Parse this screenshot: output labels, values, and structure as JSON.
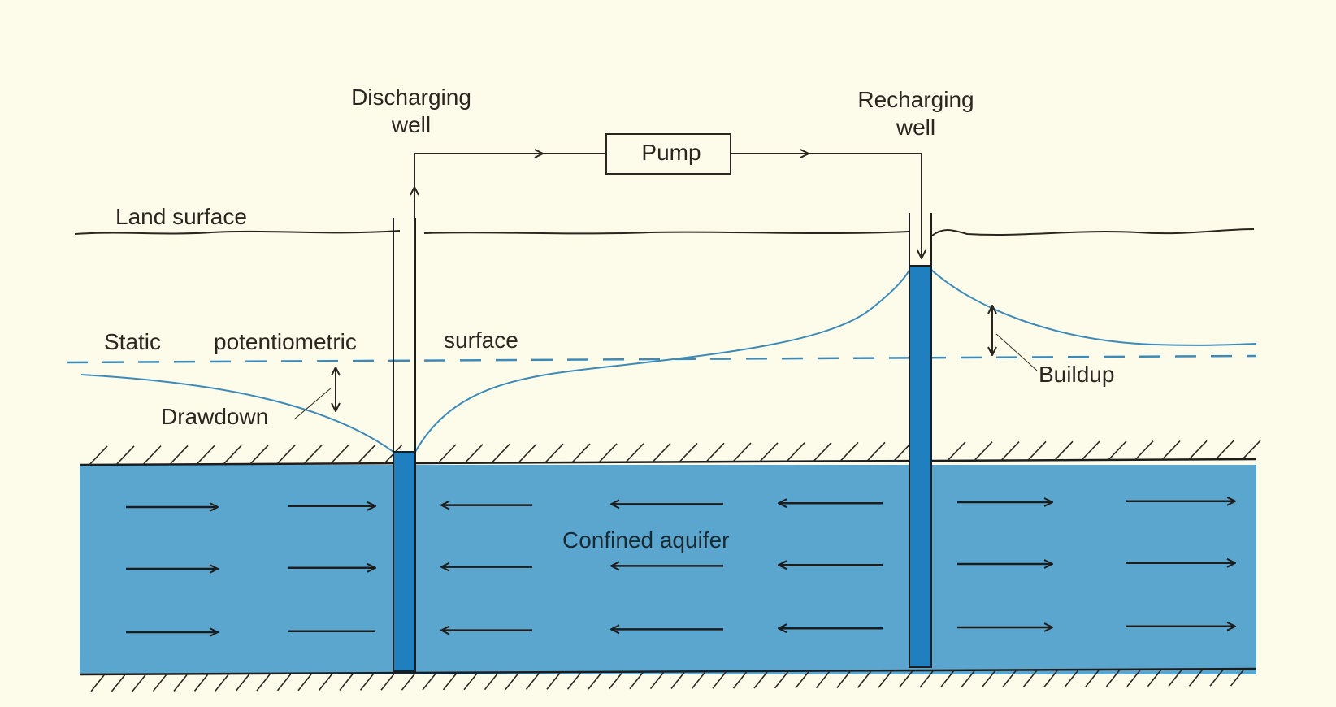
{
  "diagram": {
    "labels": {
      "discharging_well": [
        "Discharging",
        "well"
      ],
      "recharging_well": [
        "Recharging",
        "well"
      ],
      "pump": "Pump",
      "land_surface": "Land surface",
      "static_1": "Static",
      "static_2": "potentiometric",
      "static_3": "surface",
      "drawdown": "Drawdown",
      "buildup": "Buildup",
      "confined_aquifer": "Confined aquifer"
    },
    "colors": {
      "background": "#fdfbe9",
      "aquifer": "#5aa6cf",
      "well_water": "#1f7fbf",
      "potentiometric": "#3d8ab8",
      "ink": "#2b261f"
    },
    "flow_arrows": {
      "left_zone": "toward-discharging-well",
      "middle_zone": "toward-discharging-well",
      "right_zone": "away-from-recharging-well"
    }
  }
}
